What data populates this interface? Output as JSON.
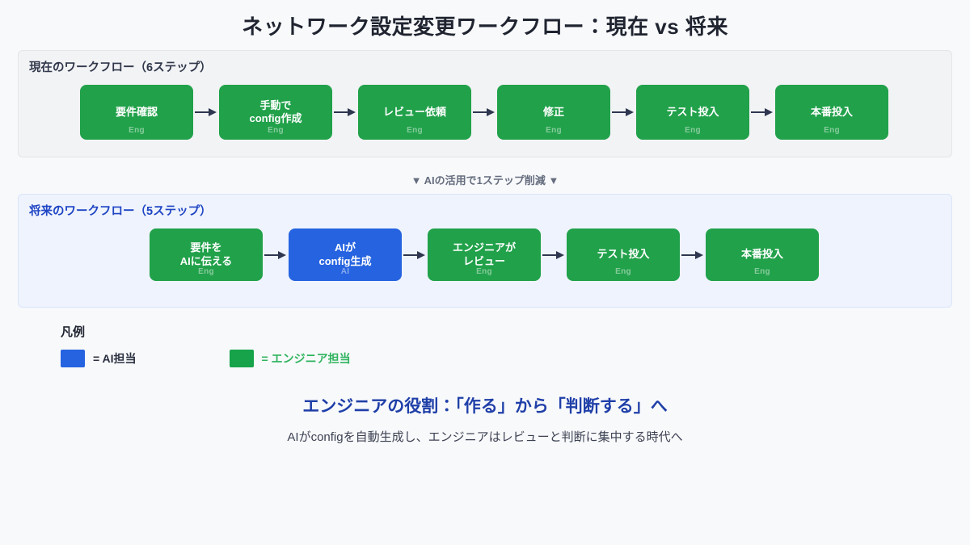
{
  "title": "ネットワーク設定変更ワークフロー：現在 vs 将来",
  "colors": {
    "engineer": "#21a14a",
    "ai": "#2563e0",
    "page_background": "#f8f9fb",
    "current_panel_background": "#f2f3f5",
    "future_panel_background": "#eef3fd",
    "future_panel_label": "#1f45c4",
    "arrow": "#2e3650",
    "footer_headline": "#1f3fa8"
  },
  "current": {
    "label": "現在のワークフロー（6ステップ）",
    "steps": [
      {
        "title": "要件確認",
        "owner": "Eng",
        "role": "eng"
      },
      {
        "title": "手動で\nconfig作成",
        "owner": "Eng",
        "role": "eng"
      },
      {
        "title": "レビュー依頼",
        "owner": "Eng",
        "role": "eng"
      },
      {
        "title": "修正",
        "owner": "Eng",
        "role": "eng"
      },
      {
        "title": "テスト投入",
        "owner": "Eng",
        "role": "eng"
      },
      {
        "title": "本番投入",
        "owner": "Eng",
        "role": "eng"
      }
    ]
  },
  "divider_note": "▼ AIの活用で1ステップ削減 ▼",
  "future": {
    "label": "将来のワークフロー（5ステップ）",
    "steps": [
      {
        "title": "要件を\nAIに伝える",
        "owner": "Eng",
        "role": "eng"
      },
      {
        "title": "AIが\nconfig生成",
        "owner": "AI",
        "role": "ai"
      },
      {
        "title": "エンジニアが\nレビュー",
        "owner": "Eng",
        "role": "eng"
      },
      {
        "title": "テスト投入",
        "owner": "Eng",
        "role": "eng"
      },
      {
        "title": "本番投入",
        "owner": "Eng",
        "role": "eng"
      }
    ]
  },
  "legend": {
    "title": "凡例",
    "ai_label": "= AI担当",
    "engineer_label": "= エンジニア担当"
  },
  "footer": {
    "headline": "エンジニアの役割：「作る」から「判断する」へ",
    "subtext": "AIがconfigを自動生成し、エンジニアはレビューと判断に集中する時代へ"
  }
}
